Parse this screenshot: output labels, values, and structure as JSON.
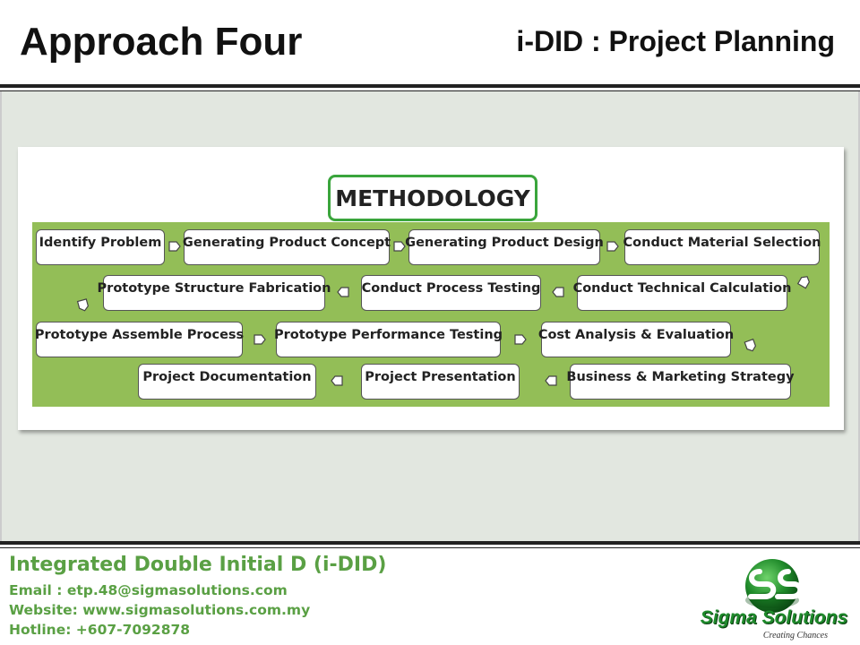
{
  "header": {
    "title": "Approach Four",
    "subtitle": "i-DID : Project Planning"
  },
  "methodology": {
    "label": "METHODOLOGY",
    "steps": [
      "Identify Problem",
      "Generating Product Concept",
      "Generating Product Design",
      "Conduct Material Selection",
      "Prototype Structure Fabrication",
      "Conduct Process Testing",
      "Conduct Technical Calculation",
      "Prototype Assemble Process",
      "Prototype Performance Testing",
      "Cost Analysis & Evaluation",
      "Project Documentation",
      "Project Presentation",
      "Business & Marketing Strategy"
    ]
  },
  "footer": {
    "title": "Integrated Double Initial D (i-DID)",
    "email": "Email : etp.48@sigmasolutions.com",
    "website": "Website: www.sigmasolutions.com.my",
    "hotline": "Hotline: +607-7092878"
  },
  "logo": {
    "name": "Sigma Solutions",
    "tagline": "Creating Chances",
    "icon": "sigma-solutions-logo-icon"
  },
  "colors": {
    "panel_green": "#93be57",
    "label_border": "#3aa53c",
    "footer_text": "#5aa044",
    "logo_green": "#1e8a2b"
  }
}
